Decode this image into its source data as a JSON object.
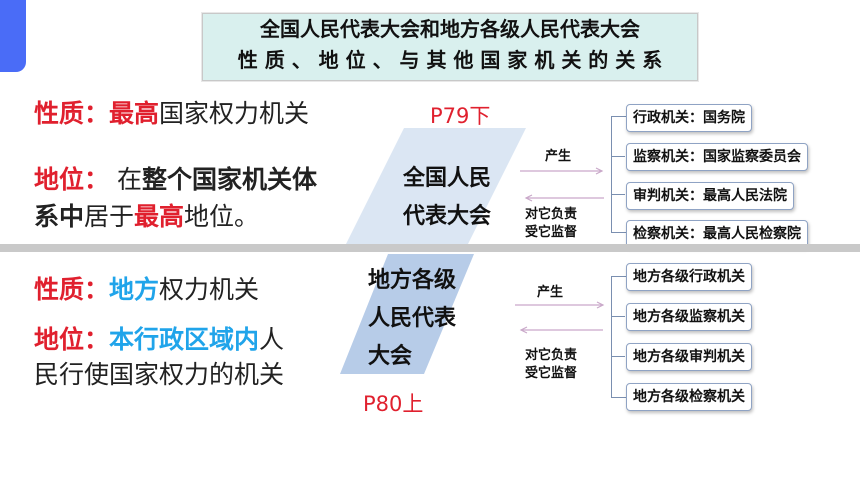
{
  "title": {
    "line1": "全国人民代表大会和地方各级人民代表大会",
    "line2": "性 质 、 地 位 、 与 其 他 国 家 机 关 的 关 系"
  },
  "national": {
    "nature_label": "性质：",
    "nature_highlight": "最高",
    "nature_rest": "国家权力机关",
    "position_label": "地位：",
    "position_pre": " 在",
    "position_bold1": "整个国家机关体",
    "position_bold2": "系中",
    "position_mid": "居于",
    "position_highlight": "最高",
    "position_post": "地位。",
    "page_ref": "P79下",
    "body_line1": "全国人民",
    "body_line2": "代表大会",
    "produce": "产生",
    "relation_line1": "对它负责",
    "relation_line2": "受它监督",
    "organs": [
      "行政机关：国务院",
      "监察机关：国家监察委员会",
      "审判机关：最高人民法院",
      "检察机关：最高人民检察院"
    ]
  },
  "local": {
    "nature_label": "性质：",
    "nature_highlight": "地方",
    "nature_rest": "权力机关",
    "position_label": "地位：",
    "position_highlight": "本行政区域内",
    "position_rest1": "人",
    "position_rest2": "民行使国家权力的机关",
    "page_ref": "P80上",
    "body_line1": "地方各级",
    "body_line2": "人民代表",
    "body_line3": "大会",
    "produce": "产生",
    "relation_line1": "对它负责",
    "relation_line2": "受它监督",
    "organs": [
      "地方各级行政机关",
      "地方各级监察机关",
      "地方各级审判机关",
      "地方各级检察机关"
    ]
  },
  "colors": {
    "red": "#e0202e",
    "blue": "#20a4ea",
    "accent": "#4a6cf7",
    "title_bg": "#d9f0ee"
  }
}
